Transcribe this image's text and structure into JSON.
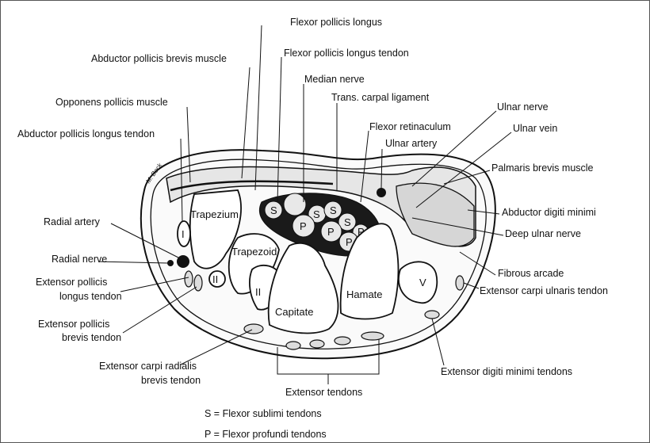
{
  "title": "Cross-section of the wrist at the carpal tunnel",
  "signature": "M. Beck",
  "labels": {
    "flexor_pollicis_longus": "Flexor pollicis longus",
    "abductor_pollicis_brevis": "Abductor pollicis brevis muscle",
    "flexor_pollicis_longus_tendon": "Flexor pollicis longus tendon",
    "median_nerve": "Median nerve",
    "trans_carpal_ligament": "Trans. carpal ligament",
    "opponens_pollicis": "Opponens pollicis muscle",
    "ulnar_nerve": "Ulnar nerve",
    "ulnar_vein": "Ulnar vein",
    "flexor_retinaculum": "Flexor retinaculum",
    "abductor_pollicis_longus_tendon": "Abductor pollicis longus tendon",
    "ulnar_artery": "Ulnar artery",
    "palmaris_brevis": "Palmaris brevis muscle",
    "abductor_digiti_minimi": "Abductor digiti minimi",
    "radial_artery": "Radial artery",
    "deep_ulnar_nerve": "Deep ulnar nerve",
    "radial_nerve": "Radial nerve",
    "fibrous_arcade": "Fibrous arcade",
    "epl_1": "Extensor pollicis",
    "epl_2": "longus tendon",
    "ecu": "Extensor carpi ulnaris tendon",
    "epb_1": "Extensor pollicis",
    "epb_2": "brevis tendon",
    "ecrb_1": "Extensor carpi radialis",
    "ecrb_2": "brevis tendon",
    "edm": "Extensor digiti minimi tendons",
    "extensor_tendons": "Extensor tendons"
  },
  "bones": {
    "trapezium": "Trapezium",
    "trapezoid": "Trapezoid",
    "capitate": "Capitate",
    "hamate": "Hamate",
    "m1": "I",
    "m2": "II",
    "m3": "II",
    "m5": "V"
  },
  "tendon_marks": {
    "s": "S",
    "p": "P"
  },
  "legend": [
    "S = Flexor sublimi tendons",
    "P = Flexor profundi tendons"
  ]
}
